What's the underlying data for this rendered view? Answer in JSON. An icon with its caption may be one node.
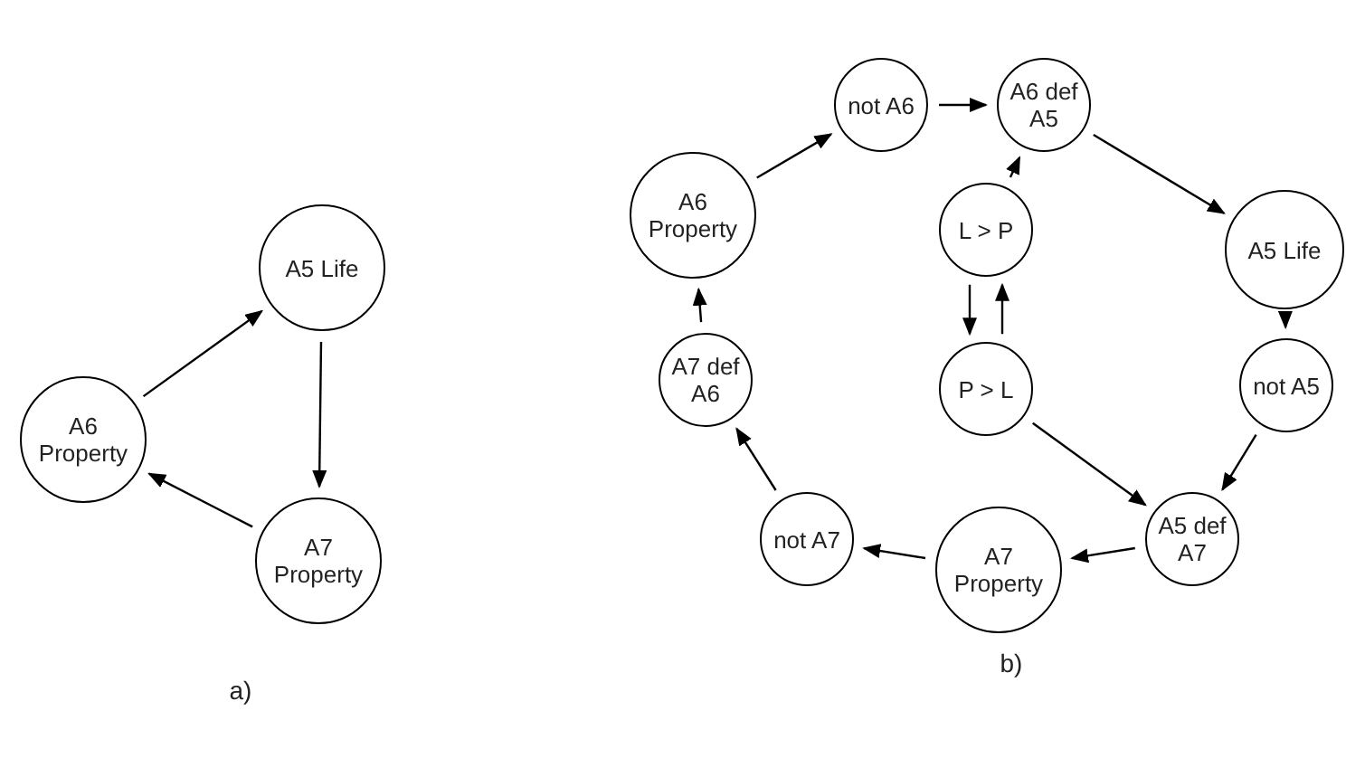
{
  "diagram": {
    "nodes": [
      {
        "text": [
          "A5 Life"
        ]
      },
      {
        "text": [
          "A6 Property"
        ]
      },
      {
        "text": [
          "A7 Property"
        ]
      },
      {
        "text": [
          "not A6"
        ]
      },
      {
        "text": [
          "A6 def A5"
        ]
      },
      {
        "text": [
          "A6 Property"
        ]
      },
      {
        "text": [
          "A5 Life"
        ]
      },
      {
        "text": [
          "L > P"
        ]
      },
      {
        "text": [
          "P > L"
        ]
      },
      {
        "text": [
          "A7 def A6"
        ]
      },
      {
        "text": [
          "not A5"
        ]
      },
      {
        "text": [
          "not A7"
        ]
      },
      {
        "text": [
          "A5 def A7"
        ]
      },
      {
        "text": [
          "A7 Property"
        ]
      }
    ],
    "edges": [
      {
        "from": 1,
        "to": 0,
        "arrow": "to"
      },
      {
        "from": 0,
        "to": 2,
        "arrow": "to"
      },
      {
        "from": 2,
        "to": 1,
        "arrow": "to"
      },
      {
        "from": 5,
        "to": 3,
        "arrow": "to"
      },
      {
        "from": 3,
        "to": 4,
        "arrow": "to"
      },
      {
        "from": 4,
        "to": 6,
        "arrow": "to"
      },
      {
        "from": 6,
        "to": 10,
        "arrow": "to"
      },
      {
        "from": 10,
        "to": 12,
        "arrow": "to"
      },
      {
        "from": 12,
        "to": 13,
        "arrow": "to"
      },
      {
        "from": 13,
        "to": 11,
        "arrow": "to"
      },
      {
        "from": 11,
        "to": 9,
        "arrow": "to"
      },
      {
        "from": 9,
        "to": 5,
        "arrow": "to"
      },
      {
        "from": 7,
        "to": 4,
        "arrow": "to"
      },
      {
        "from": 7,
        "to": 8,
        "arrow": "to"
      },
      {
        "from": 8,
        "to": 7,
        "arrow": "to"
      },
      {
        "from": 8,
        "to": 12,
        "arrow": "to"
      }
    ],
    "labels": [
      "a)",
      "b)"
    ]
  }
}
